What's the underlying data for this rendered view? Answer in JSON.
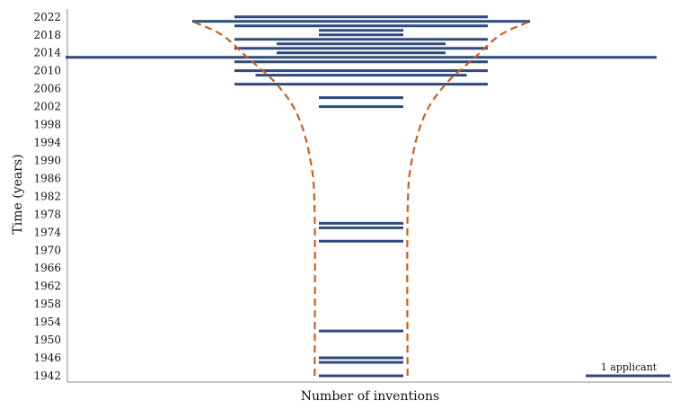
{
  "chart_data": {
    "type": "bar",
    "xlabel": "Number of inventions",
    "ylabel": "Time (years)",
    "y_ticks": [
      1942,
      1946,
      1950,
      1954,
      1958,
      1962,
      1966,
      1970,
      1974,
      1978,
      1982,
      1986,
      1990,
      1994,
      1998,
      2002,
      2006,
      2010,
      2014,
      2018,
      2022
    ],
    "ylim": [
      1941,
      2023
    ],
    "bar_layout": "centered",
    "grid": false,
    "legend": {
      "label": "1 applicant",
      "value": 1,
      "placement": "bottom-right"
    },
    "series": [
      {
        "name": "Number of inventions",
        "color": "#2e4a7d",
        "points": [
          {
            "year": 1942,
            "value": 1
          },
          {
            "year": 1945,
            "value": 1
          },
          {
            "year": 1946,
            "value": 1
          },
          {
            "year": 1952,
            "value": 1
          },
          {
            "year": 1972,
            "value": 1
          },
          {
            "year": 1975,
            "value": 1
          },
          {
            "year": 1976,
            "value": 1
          },
          {
            "year": 2002,
            "value": 1
          },
          {
            "year": 2004,
            "value": 1
          },
          {
            "year": 2007,
            "value": 3
          },
          {
            "year": 2009,
            "value": 2.5
          },
          {
            "year": 2010,
            "value": 3
          },
          {
            "year": 2012,
            "value": 3
          },
          {
            "year": 2013,
            "value": 7
          },
          {
            "year": 2014,
            "value": 2
          },
          {
            "year": 2015,
            "value": 3
          },
          {
            "year": 2016,
            "value": 2
          },
          {
            "year": 2017,
            "value": 3
          },
          {
            "year": 2018,
            "value": 1
          },
          {
            "year": 2019,
            "value": 1
          },
          {
            "year": 2020,
            "value": 3
          },
          {
            "year": 2021,
            "value": 4
          },
          {
            "year": 2022,
            "value": 3
          }
        ]
      }
    ],
    "envelope": {
      "color": "#c8601f",
      "style": "dashed",
      "points": [
        {
          "year": 1942,
          "value": 1.1
        },
        {
          "year": 1978,
          "value": 1.1
        },
        {
          "year": 1990,
          "value": 1.2
        },
        {
          "year": 2000,
          "value": 1.5
        },
        {
          "year": 2007,
          "value": 2.0
        },
        {
          "year": 2013,
          "value": 2.7
        },
        {
          "year": 2018,
          "value": 3.3
        },
        {
          "year": 2021,
          "value": 4.0
        }
      ]
    }
  }
}
